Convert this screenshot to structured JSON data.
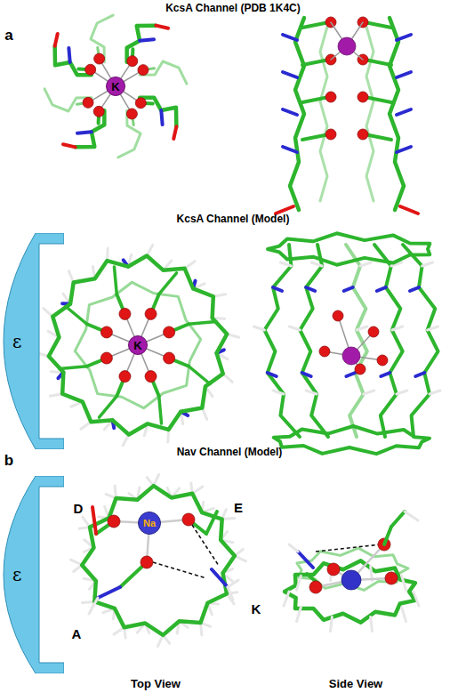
{
  "diagram": {
    "nodes": [
      {
        "text": [
          "K"
        ]
      },
      {
        "text": [
          "ε"
        ]
      },
      {
        "text": [
          "K"
        ]
      },
      {
        "text": [
          "ε"
        ]
      },
      {
        "text": [
          "Na"
        ]
      }
    ],
    "labels": [
      "KcsA Channel (PDB 1K4C)",
      "a",
      "KcsA Channel (Model)",
      "b",
      "Nav Channel (Model)",
      "D",
      "E",
      "K",
      "A",
      "Top View",
      "Side View"
    ]
  }
}
